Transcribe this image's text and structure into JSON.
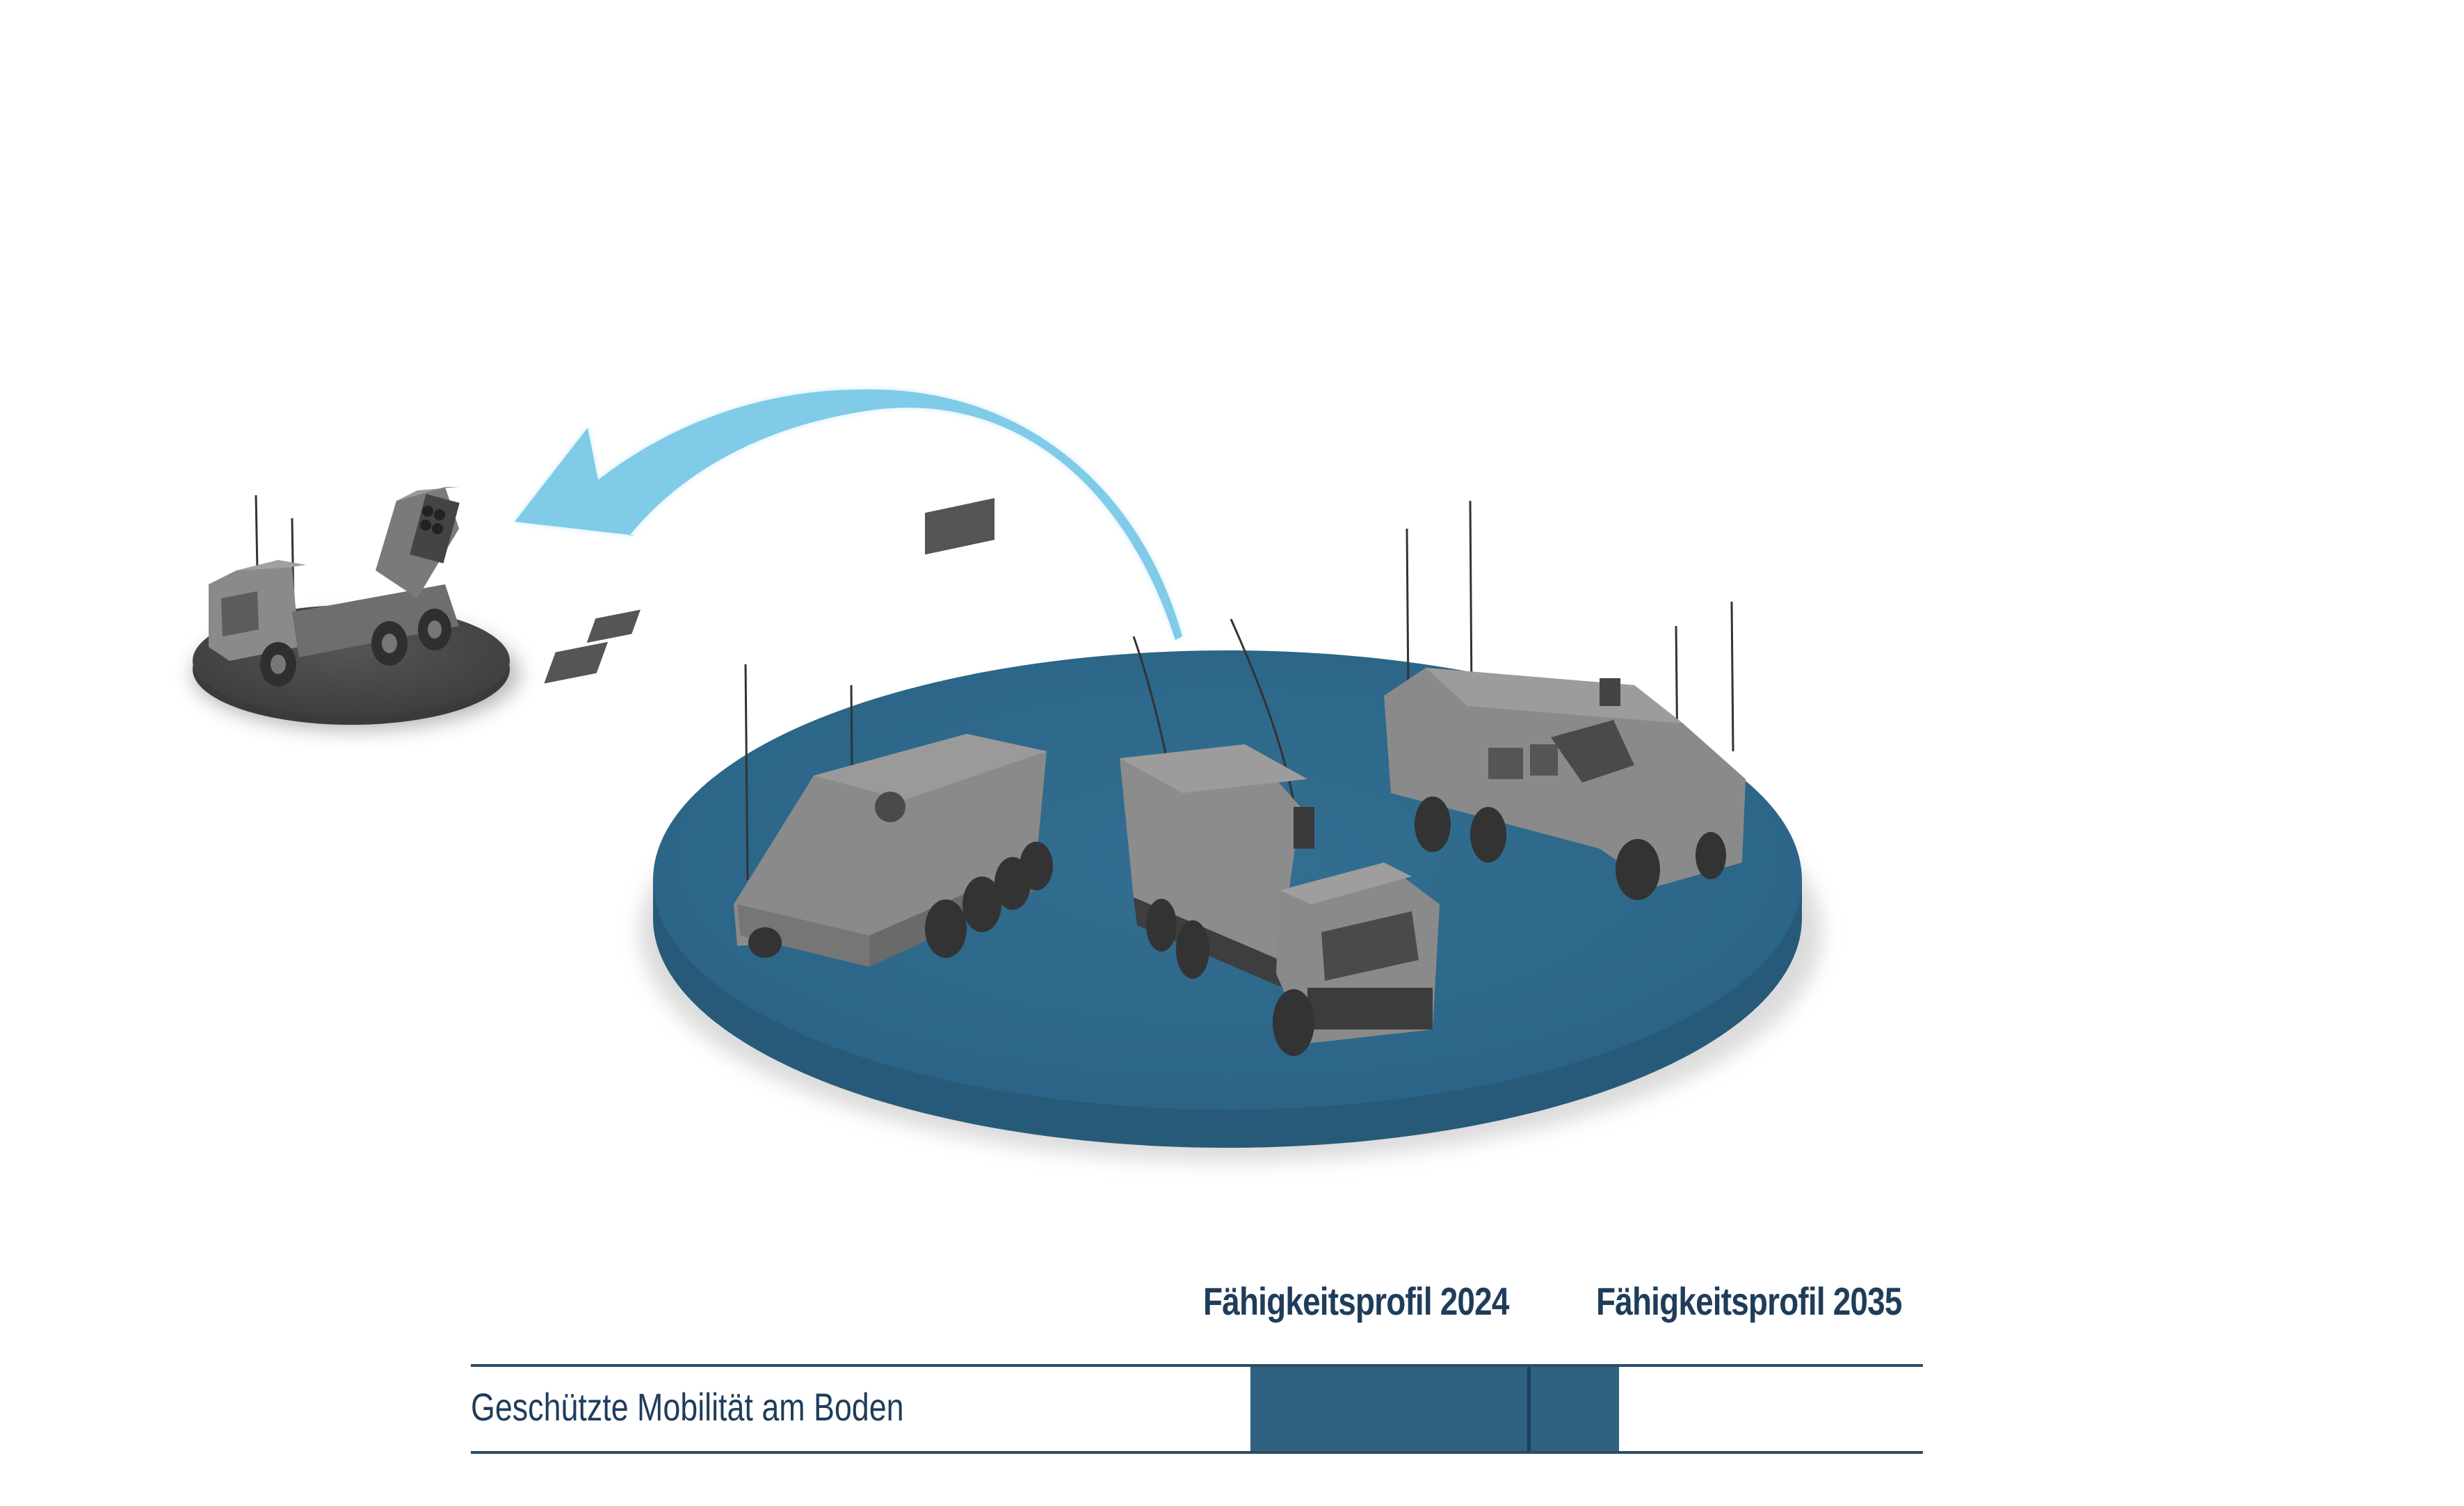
{
  "scene": {
    "description": "Three protected ground vehicles (8x8 armoured personnel carrier, 6x6 armoured truck, 6x6 MRAP) on a blue circular platform; a light-blue curved arrow points from the platform to a rocket-launcher truck on a grey platform",
    "colors": {
      "platform_top": "#2f6a8c",
      "platform_edge": "#275a78",
      "arrow": "#7fcbe8",
      "secondary_platform": "#4a4a4a",
      "vehicle_grey": "#8c8c8c"
    },
    "vehicles": [
      {
        "name": "8x8 armoured personnel carrier",
        "platform": "blue"
      },
      {
        "name": "6x6 armoured truck",
        "platform": "blue"
      },
      {
        "name": "6x6 MRAP vehicle",
        "platform": "blue"
      },
      {
        "name": "rocket launcher truck",
        "platform": "grey"
      }
    ]
  },
  "table": {
    "columns": [
      "Fähigkeitsprofil 2024",
      "Fähigkeitsprofil 2035"
    ],
    "rows": [
      {
        "label": "Geschützte Mobilität am Boden"
      }
    ],
    "bar_color": "#2e6280",
    "line_color": "#2c4b66",
    "text_color": "#1f3d5a"
  },
  "chart_data": {
    "type": "bar",
    "orientation": "horizontal",
    "categories": [
      "Geschützte Mobilität am Boden"
    ],
    "series": [
      {
        "name": "Fähigkeitsprofil 2024",
        "values": [
          1
        ]
      },
      {
        "name": "Fähigkeitsprofil 2035",
        "values": [
          0.32
        ]
      }
    ],
    "title": "",
    "xlabel": "",
    "ylabel": "",
    "notes": "The 2024 bar fills roughly the full 2024 column width; the 2035 bar extends only about one third of the way into the 2035 column."
  }
}
